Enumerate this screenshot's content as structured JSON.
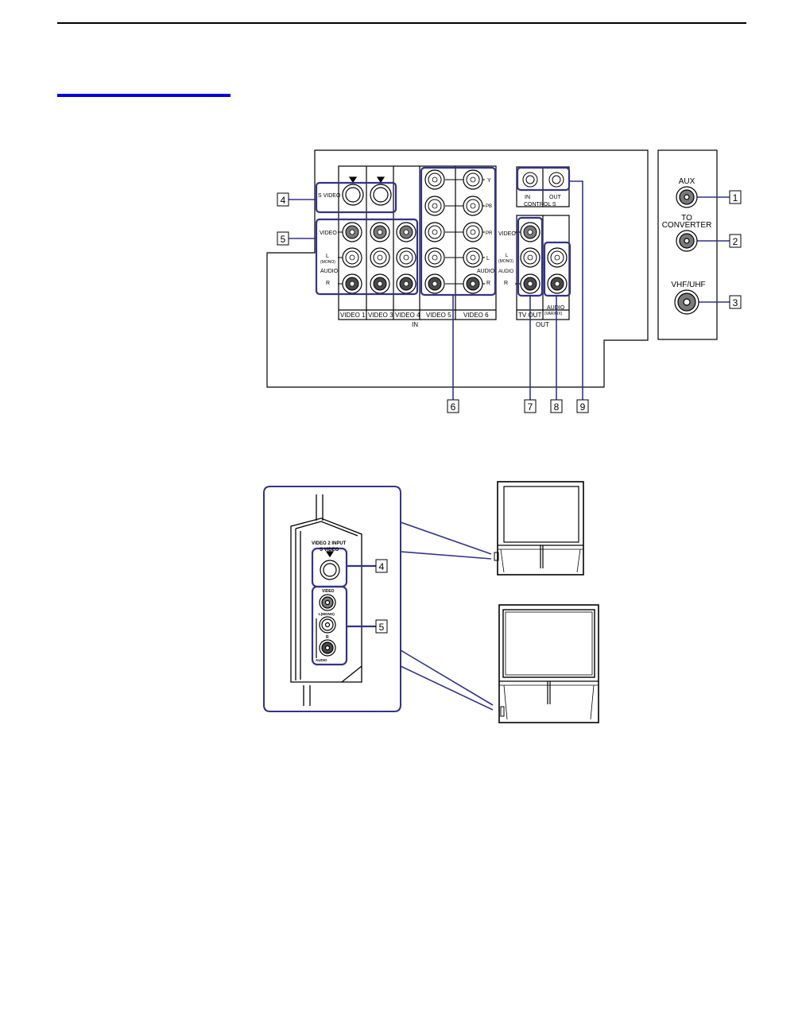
{
  "colors": {
    "accent_rule": "#0000e0",
    "callout": "#33338a",
    "line": "#000000",
    "jack_fill": "#7a7a7a",
    "jack_dark": "#4a4a4a"
  },
  "rear_panel": {
    "svideo_label": "S VIDEO",
    "row_labels": {
      "video": "VIDEO",
      "l": "L",
      "mono": "(MONO)",
      "audio": "AUDIO",
      "r": "R"
    },
    "component_labels": [
      "Y",
      "PB",
      "PR",
      "L",
      "AUDIO",
      "R"
    ],
    "input_columns": [
      "VIDEO 1",
      "VIDEO 3",
      "VIDEO 4",
      "VIDEO 5",
      "VIDEO 6"
    ],
    "in_label": "IN",
    "control_s": {
      "in": "IN",
      "out": "OUT",
      "title": "CONTROL S"
    },
    "tv_out": {
      "video": "VIDEO",
      "l": "L",
      "mono": "(MONO)",
      "audio": "AUDIO",
      "r": "R",
      "tv_out": "TV OUT",
      "audio_var": "AUDIO",
      "var_fix": "(VAR/FIX)",
      "out": "OUT"
    },
    "antenna": {
      "aux": "AUX",
      "to": "TO",
      "converter": "CONVERTER",
      "vhf_uhf": "VHF/UHF"
    },
    "callouts": [
      "1",
      "2",
      "3",
      "4",
      "5",
      "6",
      "7",
      "8",
      "9"
    ]
  },
  "front_panel": {
    "video2_input": "VIDEO 2 INPUT",
    "svideo": "S VIDEO",
    "video": "VIDEO",
    "l_mono": "L(MONO)",
    "r": "R",
    "audio": "AUDIO",
    "callouts": [
      "4",
      "5"
    ]
  }
}
